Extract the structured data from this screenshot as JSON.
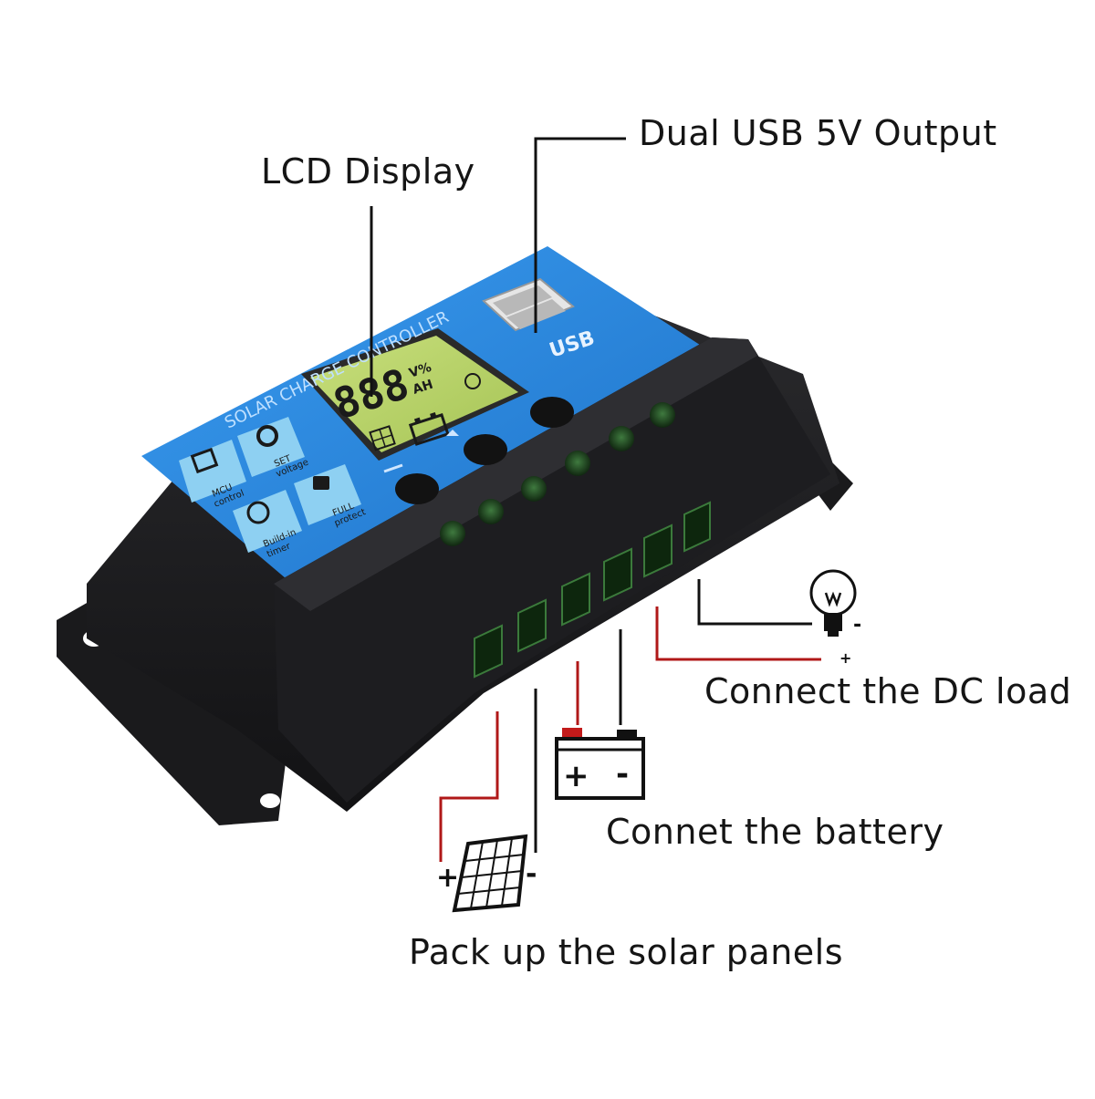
{
  "callouts": {
    "lcd": "LCD Display",
    "usb": "Dual USB 5V Output",
    "load": "Connect the DC load",
    "battery": "Connet the battery",
    "solar": "Pack up the solar panels"
  },
  "device": {
    "title": "SOLAR CHARGE CONTROLLER",
    "lcd_digits": "888",
    "lcd_units_top": "V%",
    "lcd_units_bottom": "AH",
    "usb_mark": "USB",
    "features": [
      {
        "icon": "mcu-chip-icon",
        "line1": "MCU",
        "line2": "control"
      },
      {
        "icon": "gear-icon",
        "line1": "SET",
        "line2": "voltage"
      },
      {
        "icon": "clock-icon",
        "line1": "Build-in",
        "line2": "timer"
      },
      {
        "icon": "lock-icon",
        "line1": "FULL",
        "line2": "protect"
      }
    ]
  },
  "symbols": {
    "plus": "+",
    "minus": "-"
  },
  "colors": {
    "panel_blue": "#2f8fe0",
    "body_black": "#1b1b1d",
    "lcd_green": "#b9d36a",
    "terminal_green": "#2a5a2a",
    "positive_wire": "#b01818",
    "negative_wire": "#111111"
  }
}
